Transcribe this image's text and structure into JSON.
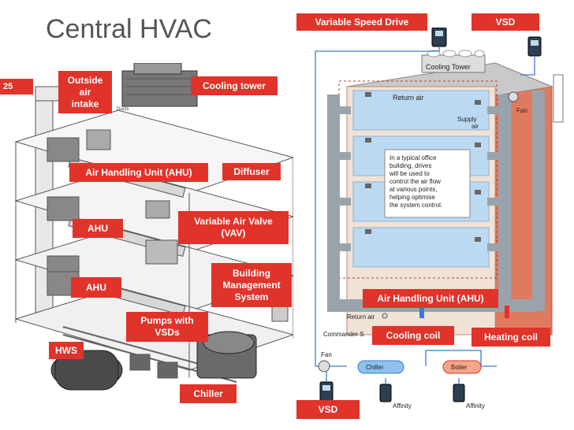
{
  "title": "Central HVAC",
  "page_number": "25",
  "left_labels": {
    "outside_air": "Outside\nair\nintake",
    "cooling_tower": "Cooling tower",
    "ahu_full": "Air Handling Unit (AHU)",
    "diffuser": "Diffuser",
    "ahu_1": "AHU",
    "vav": "Variable Air Valve\n(VAV)",
    "ahu_2": "AHU",
    "bms": "Building\nManagement\nSystem",
    "pumps": "Pumps with\nVSDs",
    "hws": "HWS",
    "chiller": "Chiller"
  },
  "right_labels": {
    "vsd_drive": "Variable Speed Drive",
    "vsd_top": "VSD",
    "ahu": "Air Handling Unit (AHU)",
    "cooling_coil": "Cooling coil",
    "heating_coil": "Heating coil",
    "vsd_bottom": "VSD"
  },
  "diagram_text": {
    "cooling_tower": "Cooling Tower",
    "return_air_top": "Return air",
    "supply_air_1": "Supply",
    "supply_air_2": "air",
    "fan_top": "Fan",
    "note_1": "In a typical office",
    "note_2": "building, drives",
    "note_3": "will be used to",
    "note_4": "control the air flow",
    "note_5": "at various points,",
    "note_6": "helping optimise",
    "note_7": "the system control.",
    "return_air_bottom": "Return air",
    "commander": "Commander S",
    "fan_bottom": "Fan",
    "chiller": "Chiller",
    "boiler": "Boiler",
    "affinity_1": "Affinity",
    "affinity_2": "Affinity",
    "ducts": "Ducts"
  },
  "colors": {
    "label_red": "#e0332a",
    "pipe_blue": "#3a7bd5",
    "building_wall": "#e07a5f",
    "floor_blue": "#bcd9f2",
    "title_gray": "#555555"
  }
}
